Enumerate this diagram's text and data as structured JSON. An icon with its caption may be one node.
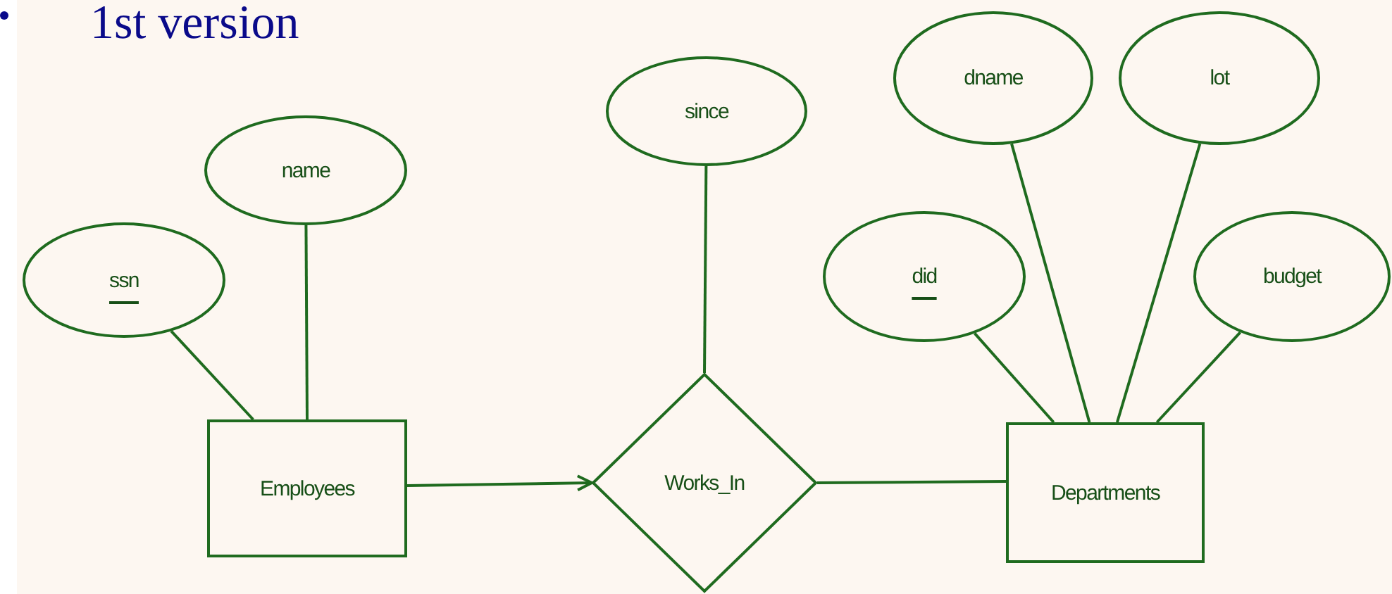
{
  "diagram": {
    "title": "1st version",
    "nodes": [
      {
        "text": [
          "ssn"
        ]
      },
      {
        "text": [
          "name"
        ]
      },
      {
        "text": [
          "Employees"
        ]
      },
      {
        "text": [
          "since"
        ]
      },
      {
        "text": [
          "Works_In"
        ]
      },
      {
        "text": [
          "dname"
        ]
      },
      {
        "text": [
          "lot"
        ]
      },
      {
        "text": [
          "did"
        ]
      },
      {
        "text": [
          "budget"
        ]
      },
      {
        "text": [
          "Departments"
        ]
      }
    ],
    "edges": [
      {
        "from": 0,
        "to": 2,
        "arrow": "none"
      },
      {
        "from": 1,
        "to": 2,
        "arrow": "none"
      },
      {
        "from": 2,
        "to": 4,
        "arrow": "to"
      },
      {
        "from": 3,
        "to": 4,
        "arrow": "none"
      },
      {
        "from": 4,
        "to": 9,
        "arrow": "none"
      },
      {
        "from": 7,
        "to": 9,
        "arrow": "none"
      },
      {
        "from": 5,
        "to": 9,
        "arrow": "none"
      },
      {
        "from": 6,
        "to": 9,
        "arrow": "none"
      },
      {
        "from": 8,
        "to": 9,
        "arrow": "none"
      }
    ]
  }
}
